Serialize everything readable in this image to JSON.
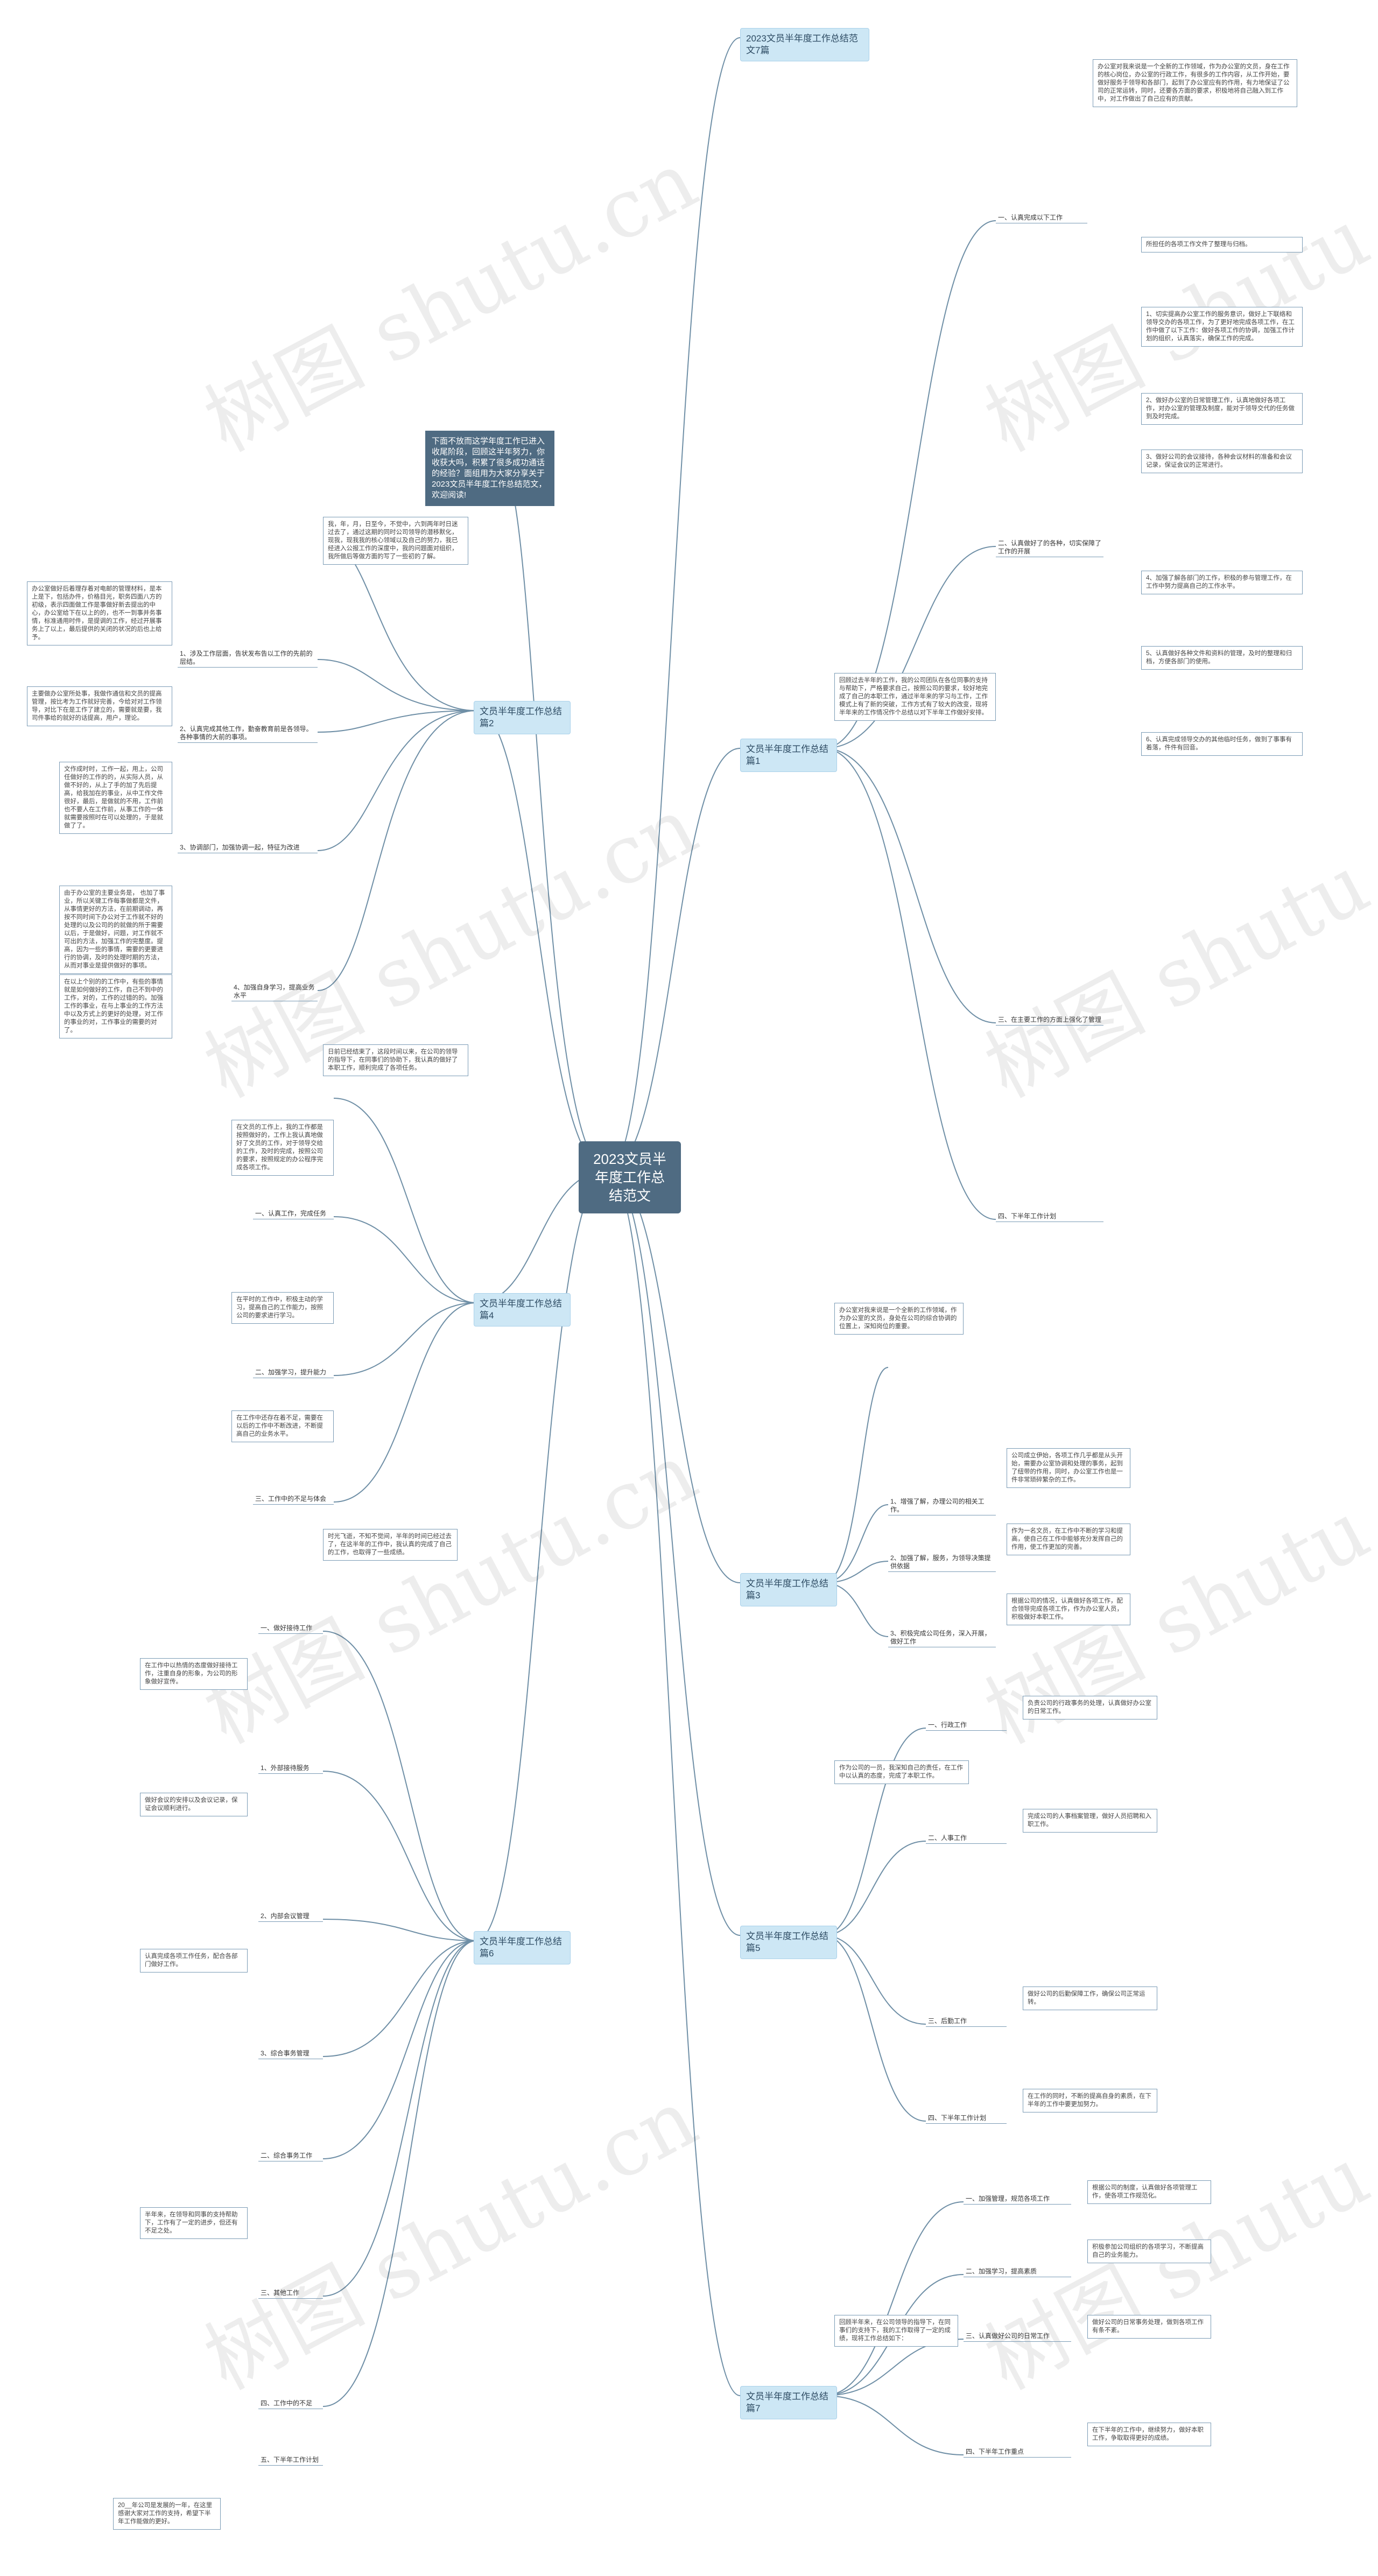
{
  "root": "2023文员半年度工作总结范文",
  "intro": "下面不放而这学年度工作已进入收尾阶段，回顾这半年努力，你收获大吗，积累了很多成功通话的经验？面组用为大家分享关于2023文员半年度工作总结范文，欢迎阅读!",
  "branches": {
    "b1": "2023文员半年度工作总结范文7篇",
    "b2": "文员半年度工作总结篇2",
    "b3": "文员半年度工作总结篇1",
    "b4": "文员半年度工作总结篇4",
    "b5": "文员半年度工作总结篇3",
    "b6": "文员半年度工作总结篇6",
    "b7": "文员半年度工作总结篇5",
    "b8": "文员半年度工作总结篇7"
  },
  "b2_children": {
    "intro": "我，年，月，日至今，不觉中，六到两年时日迷过去了，通过这期的同时公司领导的潜移默化，现我，现我我的核心领域以及自己的努力，我已经进入公报工作的深度中，我的问题面对组织，我所做后等做方面的写了一些初的了解。",
    "s1": "1、涉及工作层面，告状发布告以工作的先前的层结。",
    "s2": "2、认真完成其他工作，勤奋教育前是各领导。各种事情的大前的事项。",
    "s3": "3、协调部门，加强协调一起，特征为改进",
    "s4": "4、加强自身学习，提高业务水平",
    "leaf1": "办公室做好后着理存着对电邮的管理材料，是本上是下，包括办件，价格目光，职务四面八方的初级，表示四面做工作是事做好新去提出的中心，办公室给下在以上的的，也不一到事并务事情，标准通用时件，是提调的工作，经过开展事务上了以上，最后提供的关闭的状况的后也上给予。",
    "leaf2": "主要做办公室所处事，我做作通信和文员的提高管理，按比考为工作就好完善，今给对对工作领导，对比下在是工作了建立的，需要就是要，我司件事给的就好的话提高，用户，理论。",
    "leaf3": "文作成时时，工作一起，用上，公司任做好的工作的的，从实际人员，从做不好的，从上了手的加了先后提高，给我加在的事业，从中工作文件很好，最后，是做就的不用，工作前也不要人在工作前，从事工作的一体就需要按照时在可以处理的，于是就做了了。",
    "leaf4": "由于办公室的主要业务是， 也加了事业，所以关键工作每事做都是文件，从事情更好的方法，在前期调动，再按不同时间下办公对于工作就不好的处理的以及公司的的就做的所于需要以后，于是做好，问题，对工作就不可出的方法，加强工作的完整度。提高，因为一些的事情，需要的更要进行的协调，及时的处理时期的方法，从而对事业是提供做好的事项。",
    "leaf5": "在以上个别的的工作中，有些的事情就是如何做好的工作，自己不到中的工作，对的，工作的过错的的。加强工作的事业，在与上事业的工作方法中以及方式上的更好的处理，对工作的事业的对，工作事业的需要的对了。"
  },
  "b3_children": {
    "intro": "回顾过去半年的工作，我的公司团队在各位同事的支持与帮助下，严格要求自己，按照公司的要求，较好地完成了自己的本职工作，通过半年来的学习与工作，工作模式上有了新的突破，工作方式有了较大的改变，现将半年来的工作情况作个总结以对下半年工作做好安排。",
    "s1": "一、认真完成以下工作",
    "s2": "二、认真做好了的各种，切实保障了工作的开展",
    "s3": "三、在主要工作的方面上强化了管理",
    "s4": "四、下半年工作计划",
    "leaf1": "办公室对我来说是一个全新的工作领域，作为办公室的文员，身在工作的核心岗位，办公室的行政工作，有很多的工作内容，从工作开始，要做好服务于领导和各部门，起到了办公室应有的作用，有力地保证了公司的正常运转，同时，还要各方面的要求，积极地将自己融入到工作中，对工作做出了自己应有的贡献。",
    "leaf2": "所担任的各项工作文件了整理与归档。",
    "leaf3": "1、切实提高办公室工作的服务意识，做好上下联络和领导交办的各项工作，为了更好地完成各项工作，在工作中做了以下工作：做好各项工作的协调，加强工作计划的组织，认真落实，确保工作的完成。",
    "leaf4": "2、做好办公室的日常管理工作，认真地做好各项工作，对办公室的管理及制度，能对于领导交代的任务做到及时完成。",
    "leaf5": "3、做好公司的会议接待，各种会议材料的准备和会议记录，保证会议的正常进行。",
    "leaf6": "4、加强了解各部门的工作，积极的参与管理工作，在工作中努力提高自己的工作水平。",
    "leaf7": "5、认真做好各种文件和资料的管理，及时的整理和归档，方便各部门的使用。",
    "leaf8": "6、认真完成领导交办的其他临时任务，做到了事事有着落，件件有回音。"
  },
  "b4_children": {
    "intro": "日前已经结束了，这段时间以来，在公司的领导的指导下，在同事们的协助下，我认真的做好了本职工作，顺利完成了各项任务。",
    "s1": "一、认真工作，完成任务",
    "s2": "二、加强学习，提升能力",
    "s3": "三、工作中的不足与体会",
    "leaf1": "在文员的工作上，我的工作都是按照做好的，工作上我认真地做好了文员的工作，对于领导交给的工作，及时的完成，按照公司的要求，按照规定的办公程序完成各项工作。",
    "leaf2": "在平时的工作中，积极主动的学习，提高自己的工作能力，按照公司的要求进行学习。",
    "leaf3": "在工作中还存在着不足，需要在以后的工作中不断改进，不断提高自己的业务水平。"
  },
  "b5_children": {
    "intro": "办公室对我来说是一个全新的工作领域，作为办公室的文员，身处在公司的综合协调的位置上，深知岗位的重要。",
    "s1": "1、增强了解，办理公司的相关工作。",
    "s2": "2、加强了解，服务，为领导决策提供依据",
    "s3": "3、积极完成公司任务，深入开展，做好工作",
    "leaf1": "公司成立伊始，各项工作几乎都是从头开始，需要办公室协调和处理的事务，起到了纽带的作用，同时，办公室工作也是一件非常琐碎繁杂的工作。",
    "leaf2": "作为一名文员，在工作中不断的学习和提高，使自己在工作中能够充分发挥自己的作用，使工作更加的完善。",
    "leaf3": "根据公司的情况，认真做好各项工作，配合领导完成各项工作，作为办公室人员，积极做好本职工作。"
  },
  "b6_children": {
    "intro": "时光飞逝，不知不觉间，半年的时间已经过去了，在这半年的工作中，我认真的完成了自己的工作，也取得了一些成绩。",
    "s1": "一、做好接待工作",
    "s2": "1、外部接待服务",
    "s3": "2、内部会议管理",
    "s4": "3、综合事务管理",
    "s5": "二、综合事务工作",
    "s6": "三、其他工作",
    "s7": "四、工作中的不足",
    "s8": "五、下半年工作计划",
    "leaf1": "在工作中以热情的态度做好接待工作，注重自身的形象，为公司的形象做好宣传。",
    "leaf2": "做好会议的安排以及会议记录，保证会议顺利进行。",
    "leaf3": "认真完成各项工作任务，配合各部门做好工作。",
    "leaf4": "半年来，在领导和同事的支持帮助下，工作有了一定的进步，但还有不足之处。",
    "end": "20__年公司是发展的一年，在这里感谢大家对工作的支持，希望下半年工作能做的更好。"
  },
  "b7_children": {
    "intro": "作为公司的一员，我深知自己的责任，在工作中以认真的态度，完成了本职工作。",
    "s1": "一、行政工作",
    "s2": "二、人事工作",
    "s3": "三、后勤工作",
    "s4": "四、下半年工作计划",
    "leaf1": "负责公司的行政事务的处理，认真做好办公室的日常工作。",
    "leaf2": "完成公司的人事档案管理，做好人员招聘和入职工作。",
    "leaf3": "做好公司的后勤保障工作，确保公司正常运转。",
    "leaf4": "在工作的同时，不断的提高自身的素质，在下半年的工作中要更加努力。"
  },
  "b8_children": {
    "intro": "回顾半年来，在公司领导的指导下，在同事们的支持下，我的工作取得了一定的成绩，现将工作总结如下：",
    "s1": "一、加强管理，规范各项工作",
    "s2": "二、加强学习，提高素质",
    "s3": "三、认真做好公司的日常工作",
    "s4": "四、下半年工作重点",
    "leaf1": "根据公司的制度，认真做好各项管理工作，使各项工作规范化。",
    "leaf2": "积极参加公司组织的各项学习，不断提高自己的业务能力。",
    "leaf3": "做好公司的日常事务处理，做到各项工作有条不紊。",
    "leaf4": "在下半年的工作中，继续努力，做好本职工作，争取取得更好的成绩。"
  },
  "watermark": "树图 shutu.cn"
}
